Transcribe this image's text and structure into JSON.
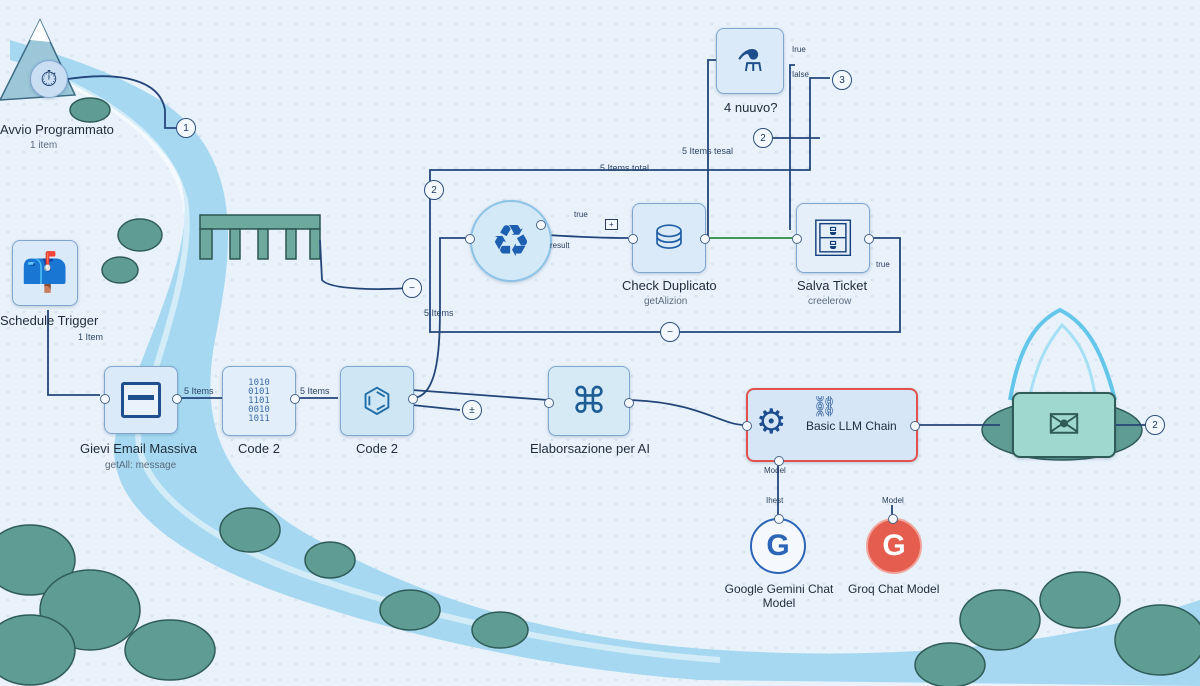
{
  "nodes": {
    "avvio": {
      "label": "Avvio Programmato",
      "count": "1 item"
    },
    "schedule": {
      "label": "Schedule Trigger",
      "count": "1 item"
    },
    "gievi": {
      "label": "Gievi Email Massiva",
      "sub": "getAll: message"
    },
    "code2a": {
      "label": "Code 2"
    },
    "code2b": {
      "label": "Code 2"
    },
    "elab": {
      "label": "Elaborsazione per AI"
    },
    "check": {
      "label": "Check Duplicato",
      "sub": "getAlizion"
    },
    "salva": {
      "label": "Salva Ticket",
      "sub": "creelerow"
    },
    "nuovo": {
      "label": "4 nuuvo?",
      "tag_true": "Irue",
      "tag_false": "Ialse"
    },
    "llm": {
      "label": "Basic LLM Chain",
      "tag_model": "Model"
    },
    "gemini": {
      "label": "Google Gemini Chat Model",
      "tag": "Ihest",
      "letter": "G"
    },
    "groq": {
      "label": "Groq Chat Model",
      "tag": "Model",
      "letter": "G"
    }
  },
  "edges": {
    "e1": "5 Items",
    "e2": "5 Items",
    "e3": "5 Items",
    "e4": "5 Items total",
    "e5": "5 Items tesal",
    "e6": "1 Item"
  },
  "tags": {
    "recycle_true": "true",
    "recycle_result": "result",
    "salva_true": "true",
    "plus": "+"
  },
  "badges": [
    "1",
    "2",
    "3",
    "2",
    "2",
    "−",
    "−",
    "±"
  ]
}
